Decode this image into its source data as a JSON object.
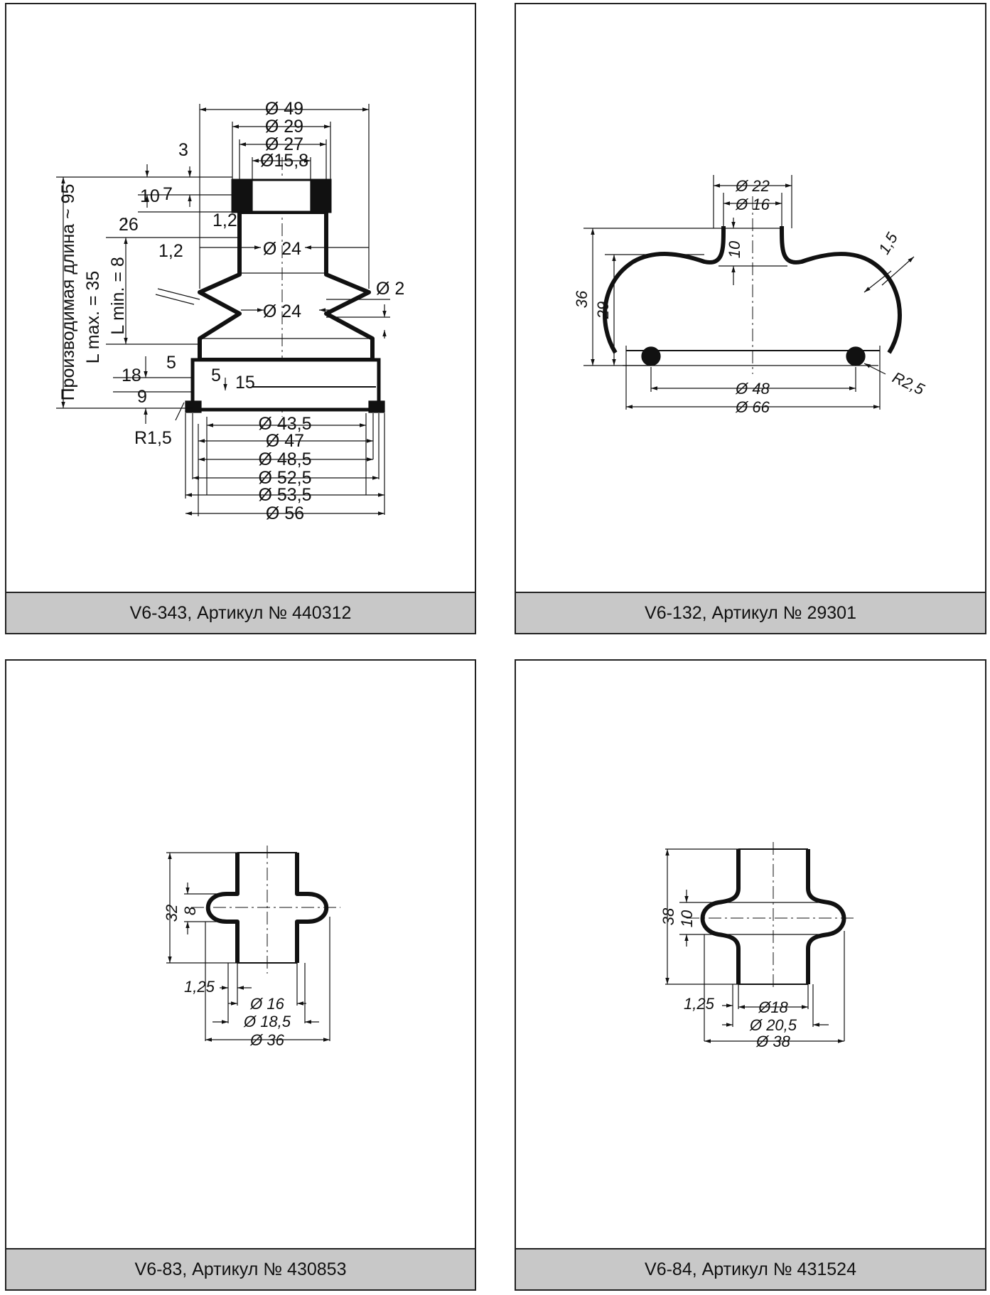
{
  "panels": [
    {
      "caption": "V6-343, Артикул № 440312",
      "dims": {
        "d49": "Ø 49",
        "d29": "Ø 29",
        "d27": "Ø 27",
        "d158": "Ø15,8",
        "d24a": "Ø 24",
        "d24b": "Ø 24",
        "d2": "Ø 2",
        "d435": "Ø 43,5",
        "d47": "Ø 47",
        "d485": "Ø 48,5",
        "d525": "Ø 52,5",
        "d535": "Ø 53,5",
        "d56": "Ø 56",
        "v3": "3",
        "v10": "10",
        "v7": "7",
        "v26": "26",
        "v12a": "1,2",
        "v12b": "1,2",
        "v18": "18",
        "v5a": "5",
        "v5b": "5",
        "v15": "15",
        "v9": "9",
        "r15": "R1,5",
        "len_prod": "Производимая длина ~ 95",
        "len_max": "L max. = 35",
        "len_min": "L min. = 8"
      }
    },
    {
      "caption": "V6-132, Артикул № 29301",
      "dims": {
        "d22": "Ø 22",
        "d16": "Ø 16",
        "v10": "10",
        "t15": "1,5",
        "v36": "36",
        "v29": "29",
        "r25": "R2,5",
        "d48": "Ø 48",
        "d66": "Ø 66"
      }
    },
    {
      "caption": "V6-83, Артикул № 430853",
      "dims": {
        "v32": "32",
        "v8": "8",
        "t125": "1,25",
        "d16": "Ø 16",
        "d185": "Ø 18,5",
        "d36": "Ø 36"
      }
    },
    {
      "caption": "V6-84, Артикул № 431524",
      "dims": {
        "v38": "38",
        "v10": "10",
        "t125": "1,25",
        "d18": "Ø18",
        "d205": "Ø 20,5",
        "d38": "Ø 38"
      }
    }
  ]
}
